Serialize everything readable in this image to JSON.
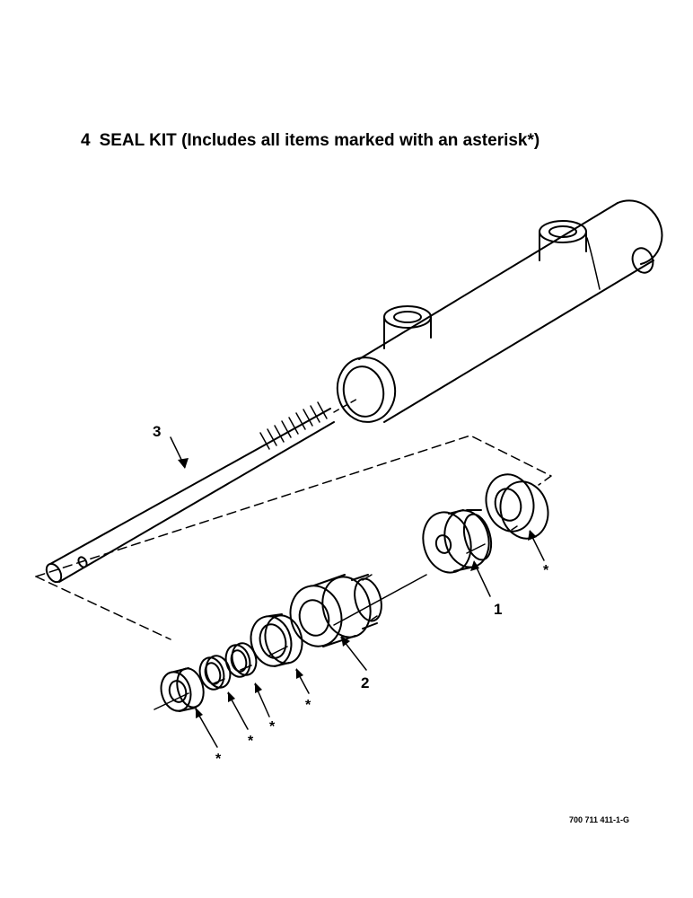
{
  "title": {
    "number": "4",
    "text": "SEAL KIT (Includes all items marked with an asterisk*)"
  },
  "callouts": {
    "item_1": "1",
    "item_2": "2",
    "item_3": "3",
    "asterisk": "*"
  },
  "figure_id": "700 711 411-1-G"
}
